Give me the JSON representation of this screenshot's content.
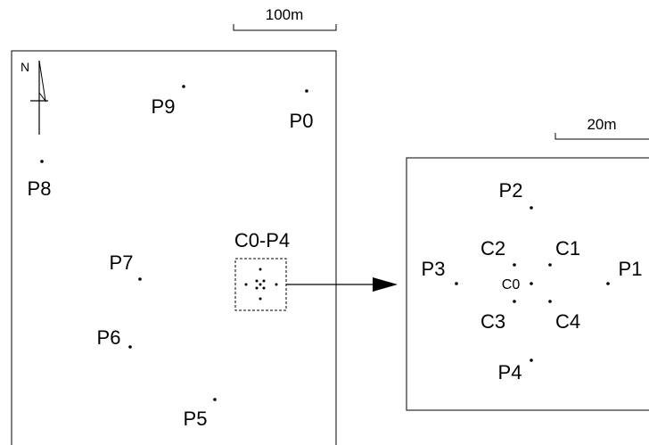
{
  "left_map": {
    "scale_label": "100m",
    "north_label": "N",
    "points": [
      {
        "id": "P0",
        "label": "P0"
      },
      {
        "id": "P9",
        "label": "P9"
      },
      {
        "id": "P8",
        "label": "P8"
      },
      {
        "id": "P7",
        "label": "P7"
      },
      {
        "id": "P6",
        "label": "P6"
      },
      {
        "id": "P5",
        "label": "P5"
      }
    ],
    "cluster_label": "C0-P4"
  },
  "right_map": {
    "scale_label": "20m",
    "points": [
      {
        "id": "P2",
        "label": "P2"
      },
      {
        "id": "P3",
        "label": "P3"
      },
      {
        "id": "P1",
        "label": "P1"
      },
      {
        "id": "P4",
        "label": "P4"
      },
      {
        "id": "C2",
        "label": "C2"
      },
      {
        "id": "C1",
        "label": "C1"
      },
      {
        "id": "C0",
        "label": "C0"
      },
      {
        "id": "C3",
        "label": "C3"
      },
      {
        "id": "C4",
        "label": "C4"
      }
    ]
  }
}
